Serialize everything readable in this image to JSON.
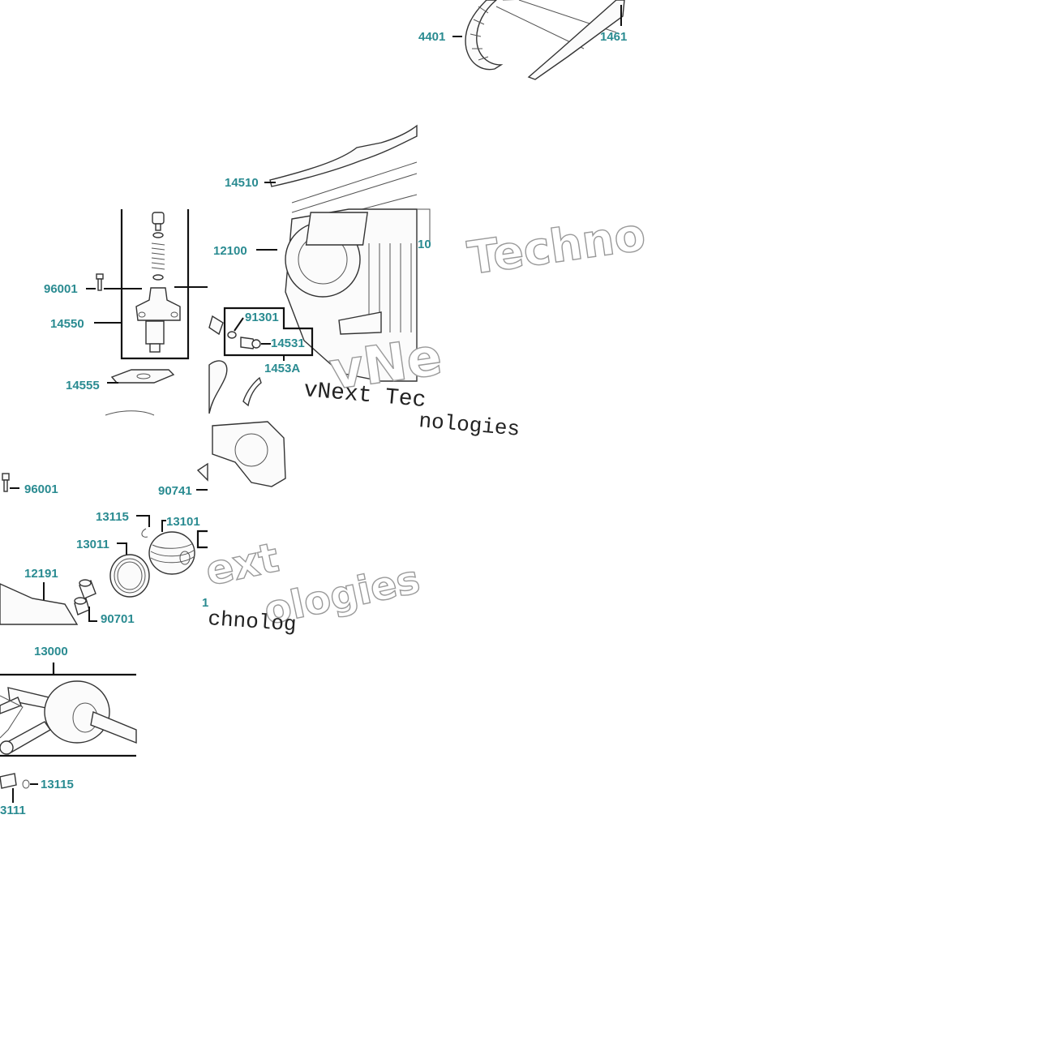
{
  "diagram": {
    "labels": {
      "l4401": "4401",
      "l1461": "1461",
      "l14510": "14510",
      "l12100": "12100",
      "l10": "10",
      "l96001a": "96001",
      "l14550": "14550",
      "l14555": "14555",
      "l91301": "91301",
      "l14531": "14531",
      "l1453A": "1453A",
      "l96001b": "96001",
      "l90741": "90741",
      "l13115a": "13115",
      "l13101": "13101",
      "l13011": "13011",
      "l12191": "12191",
      "l90701": "90701",
      "l1": "1",
      "l13000": "13000",
      "l13115b": "13115",
      "l3111": "3111"
    },
    "watermarks": {
      "w1": "Techno",
      "w2": "vNe",
      "w3": "vNext Tec",
      "w4": "nologies",
      "w5": "ext",
      "w6": "ologies",
      "w7": "chnolog"
    },
    "colors": {
      "label": "#2a8b91",
      "line": "#111111"
    }
  }
}
